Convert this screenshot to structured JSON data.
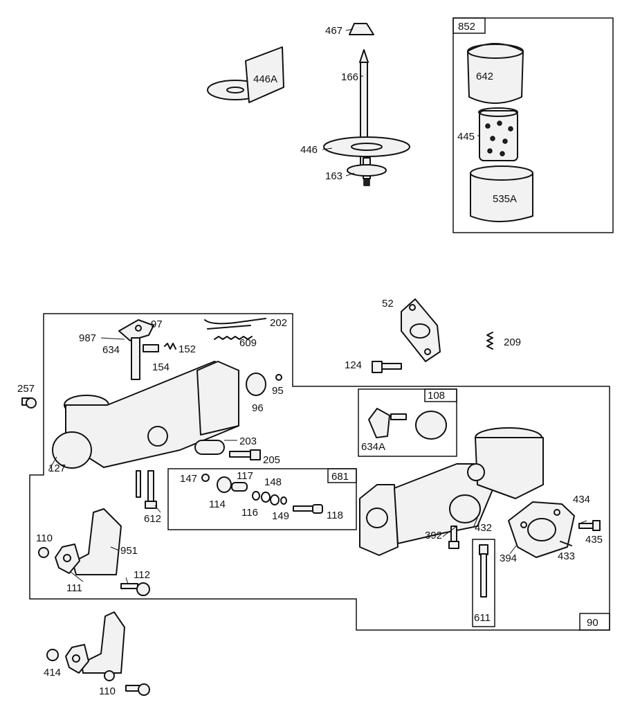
{
  "labels": {
    "l467": "467",
    "l446A": "446A",
    "l166": "166",
    "l446": "446",
    "l163": "163",
    "l852": "852",
    "l642": "642",
    "l445": "445",
    "l535A": "535A",
    "l52": "52",
    "l209": "209",
    "l124": "124",
    "l97": "97",
    "l987": "987",
    "l634": "634",
    "l152": "152",
    "l154": "154",
    "l202": "202",
    "l609": "609",
    "l257": "257",
    "l95": "95",
    "l96": "96",
    "l203": "203",
    "l205": "205",
    "l127": "127",
    "l612": "612",
    "l681": "681",
    "l147": "147",
    "l117": "117",
    "l148": "148",
    "l114": "114",
    "l116": "116",
    "l149": "149",
    "l118": "118",
    "l108": "108",
    "l634A": "634A",
    "l434": "434",
    "l435": "435",
    "l433": "433",
    "l392": "392",
    "l432": "432",
    "l394": "394",
    "l611": "611",
    "l90": "90",
    "l110a": "110",
    "l951": "951",
    "l111": "111",
    "l112": "112",
    "l414": "414",
    "l110b": "110"
  }
}
